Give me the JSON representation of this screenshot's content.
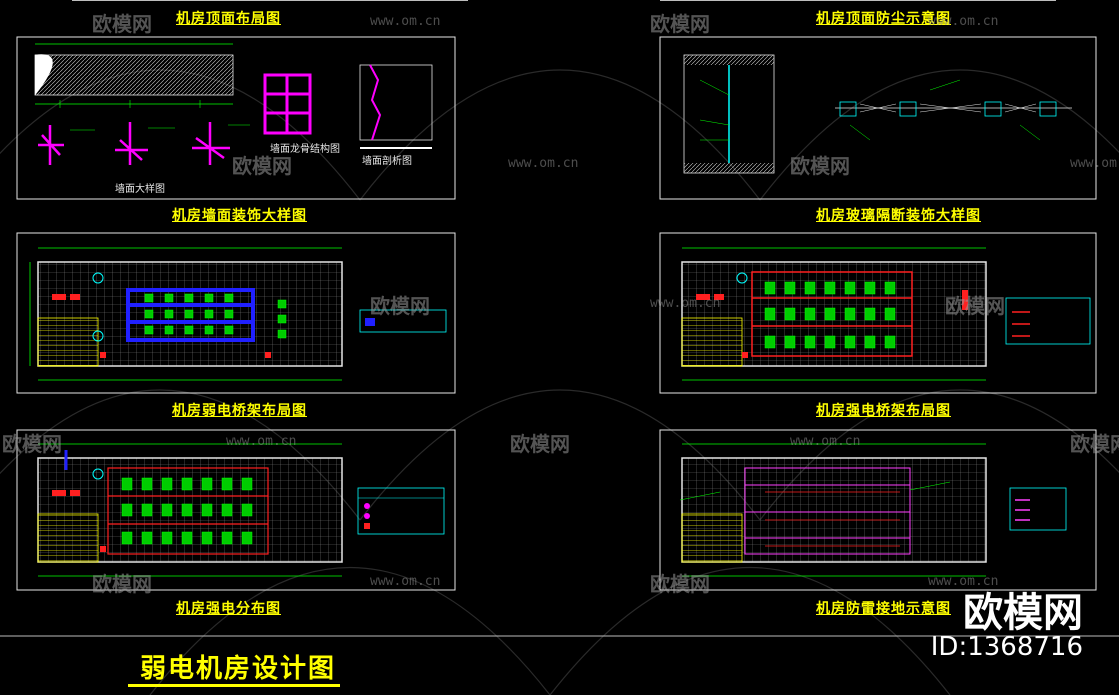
{
  "drawing_titles": {
    "top_left": "机房顶面布局图",
    "top_right": "机房顶面防尘示意图",
    "wall": "机房墙面装饰大样图",
    "glass": "机房玻璃隔断装饰大样图",
    "weak_tray": "机房弱电桥架布局图",
    "strong_tray": "机房强电桥架布局图",
    "weak_dist": "机房强电分布图",
    "ground": "机房防雷接地示意图"
  },
  "sub_labels": {
    "keel": "墙面龙骨结构图",
    "section": "墙面剖析图",
    "detail": "墙面大样图"
  },
  "main_title": "弱电机房设计图",
  "watermark": {
    "brand": "欧模网",
    "url": "www.om.cn"
  },
  "brand_mark": {
    "name": "欧模网",
    "id": "ID:1368716"
  },
  "colors": {
    "title": "#ffff00",
    "frame": "#e6e6e6",
    "dim": "#00ff00",
    "grid": "#8a8a8a",
    "weak": "#2020ff",
    "strong": "#ff2020",
    "keel": "#ff00ff",
    "cyan": "#00ffff"
  }
}
